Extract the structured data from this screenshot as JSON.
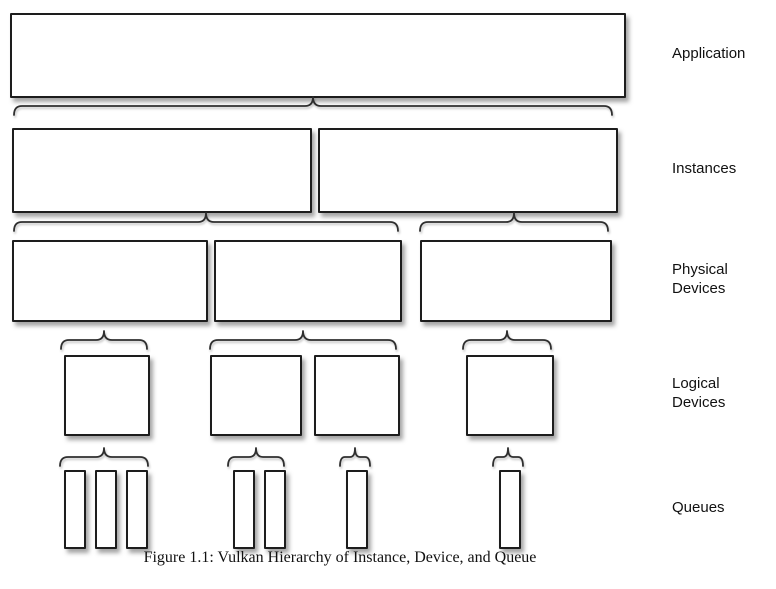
{
  "labels": {
    "application": "Application",
    "instances": "Instances",
    "physical_devices": "Physical\nDevices",
    "logical_devices": "Logical\nDevices",
    "queues": "Queues"
  },
  "caption": "Figure 1.1: Vulkan Hierarchy of Instance, Device, and Queue",
  "structure": {
    "applications": 1,
    "instances": 2,
    "physical_devices": 3,
    "logical_devices": 4,
    "queues": 7,
    "instance_children": [
      2,
      1
    ],
    "physical_device_children": [
      1,
      2,
      1
    ],
    "logical_device_children": [
      3,
      2,
      1,
      1
    ]
  },
  "colors": {
    "box_border": "#1d1d1d",
    "box_fill": "#ffffff",
    "background": "#ffffff"
  }
}
